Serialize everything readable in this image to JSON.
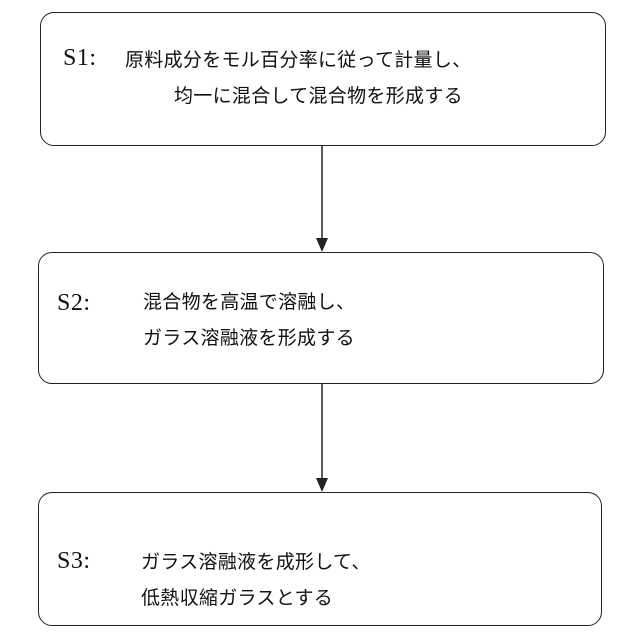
{
  "steps": [
    {
      "label": "S1:",
      "lines": [
        "原料成分をモル百分率に従って計量し、",
        "均一に混合して混合物を形成する"
      ]
    },
    {
      "label": "S2:",
      "lines": [
        "混合物を高温で溶融し、",
        "ガラス溶融液を形成する"
      ]
    },
    {
      "label": "S3:",
      "lines": [
        "ガラス溶融液を成形して、",
        "低熱収縮ガラスとする"
      ]
    }
  ],
  "colors": {
    "stroke": "#222222",
    "background": "#ffffff"
  }
}
